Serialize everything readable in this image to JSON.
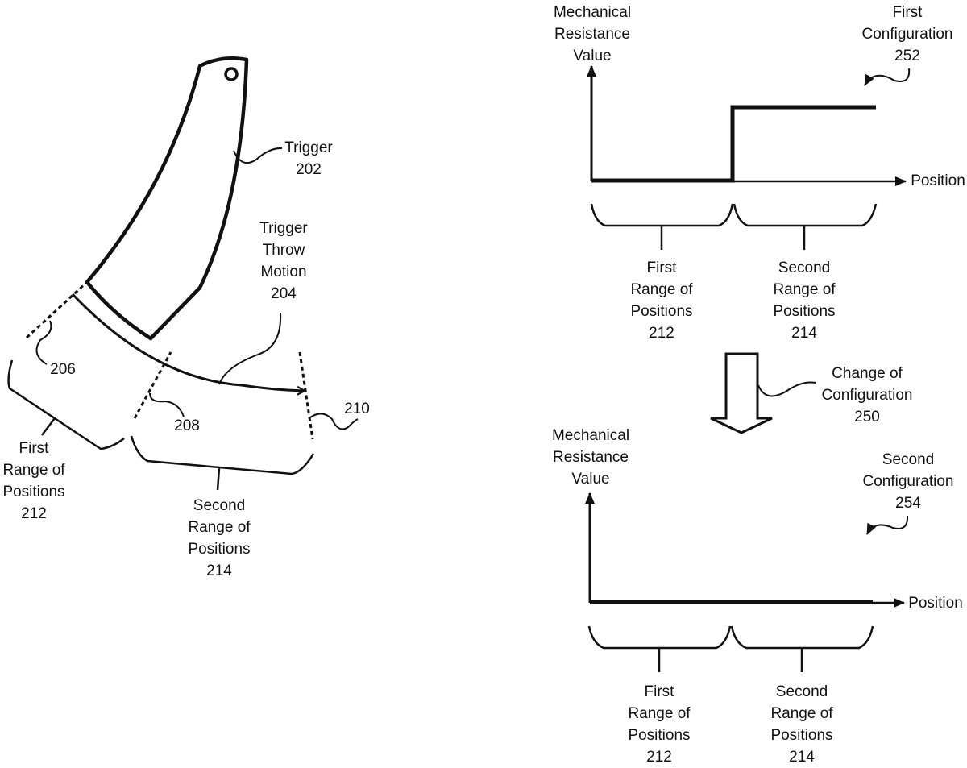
{
  "figure": {
    "left_panel": {
      "trigger": {
        "name": "Trigger",
        "ref": "202"
      },
      "throw_motion": {
        "lines": [
          "Trigger",
          "Throw",
          "Motion"
        ],
        "ref": "204"
      },
      "boundary_206": "206",
      "boundary_208": "208",
      "boundary_210": "210",
      "first_range": {
        "lines": [
          "First",
          "Range of",
          "Positions"
        ],
        "ref": "212"
      },
      "second_range": {
        "lines": [
          "Second",
          "Range of",
          "Positions"
        ],
        "ref": "214"
      }
    },
    "top_graph": {
      "y_axis_label": [
        "Mechanical",
        "Resistance",
        "Value"
      ],
      "x_axis_label": "Position",
      "config_label": {
        "lines": [
          "First",
          "Configuration"
        ],
        "ref": "252"
      },
      "first_range": {
        "lines": [
          "First",
          "Range of",
          "Positions"
        ],
        "ref": "212"
      },
      "second_range": {
        "lines": [
          "Second",
          "Range of",
          "Positions"
        ],
        "ref": "214"
      }
    },
    "change": {
      "lines": [
        "Change of",
        "Configuration"
      ],
      "ref": "250"
    },
    "bottom_graph": {
      "y_axis_label": [
        "Mechanical",
        "Resistance",
        "Value"
      ],
      "x_axis_label": "Position",
      "config_label": {
        "lines": [
          "Second",
          "Configuration"
        ],
        "ref": "254"
      },
      "first_range": {
        "lines": [
          "First",
          "Range of",
          "Positions"
        ],
        "ref": "212"
      },
      "second_range": {
        "lines": [
          "Second",
          "Range of",
          "Positions"
        ],
        "ref": "214"
      }
    }
  },
  "colors": {
    "ink": "#111111",
    "background": "#ffffff"
  }
}
